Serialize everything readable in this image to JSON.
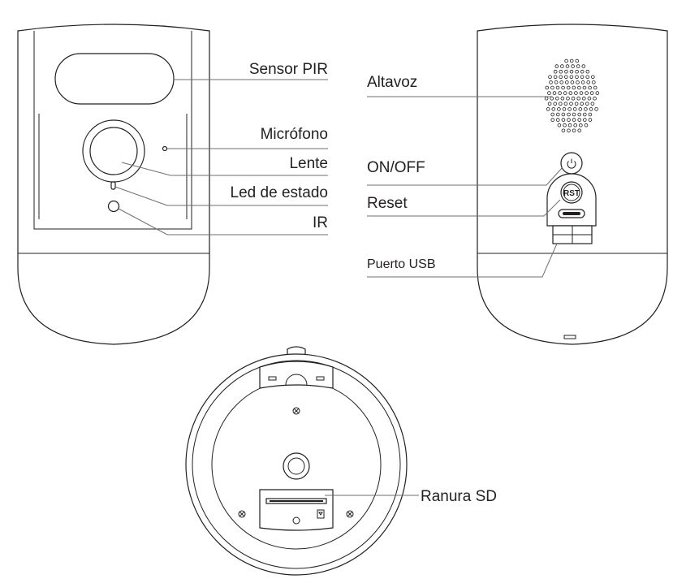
{
  "front_labels": {
    "pir": "Sensor PIR",
    "mic": "Micrófono",
    "lens": "Lente",
    "led": "Led de estado",
    "ir": "IR"
  },
  "back_labels": {
    "speaker": "Altavoz",
    "power": "ON/OFF",
    "reset": "Reset",
    "usb": "Puerto USB"
  },
  "bottom_labels": {
    "sd": "Ranura SD"
  },
  "device_marks": {
    "reset_button": "RST"
  },
  "icons": {
    "power": "power-icon",
    "sd_card": "sd-card-icon"
  },
  "colors": {
    "outline": "#231f20",
    "leader": "#6f6f6f"
  }
}
